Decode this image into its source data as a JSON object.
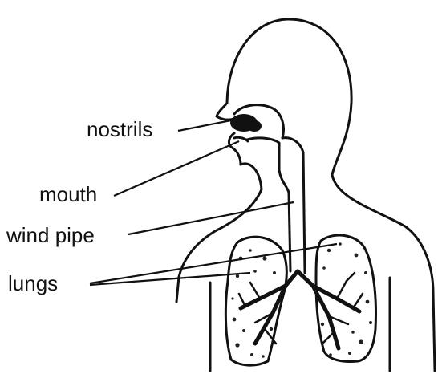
{
  "labels": {
    "nostrils": "nostrils",
    "mouth": "mouth",
    "wind_pipe": "wind pipe",
    "lungs": "lungs"
  },
  "colors": {
    "ink": "#111111",
    "background": "#ffffff"
  }
}
